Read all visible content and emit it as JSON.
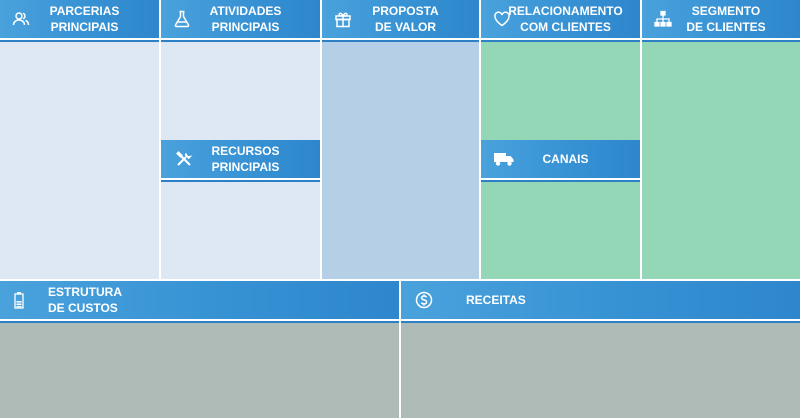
{
  "colors": {
    "header_blue": "#3792d4",
    "parcerias_bg": "#dde8f4",
    "atividades_bg": "#dde8f4",
    "proposta_bg": "#b5d0e6",
    "relacionamento_bg": "#93d7b6",
    "segmento_bg": "#93d7b6",
    "custos_bg": "#aebbb7",
    "receitas_bg": "#aebbb7"
  },
  "blocks": {
    "parcerias": {
      "title": "PARCERIAS\nPRINCIPAIS",
      "icon": "partners-icon"
    },
    "atividades": {
      "title": "ATIVIDADES\nPRINCIPAIS",
      "icon": "flask-icon"
    },
    "recursos": {
      "title": "RECURSOS\nPRINCIPAIS",
      "icon": "tools-icon"
    },
    "proposta": {
      "title": "PROPOSTA\nDE VALOR",
      "icon": "gift-icon"
    },
    "relacionamento": {
      "title": "RELACIONAMENTO\nCOM CLIENTES",
      "icon": "heart-icon"
    },
    "canais": {
      "title": "CANAIS",
      "icon": "truck-icon"
    },
    "segmento": {
      "title": "SEGMENTO\nDE CLIENTES",
      "icon": "hierarchy-icon"
    },
    "custos": {
      "title": "ESTRUTURA\nDE CUSTOS",
      "icon": "battery-icon"
    },
    "receitas": {
      "title": "RECEITAS",
      "icon": "dollar-coin-icon"
    }
  }
}
